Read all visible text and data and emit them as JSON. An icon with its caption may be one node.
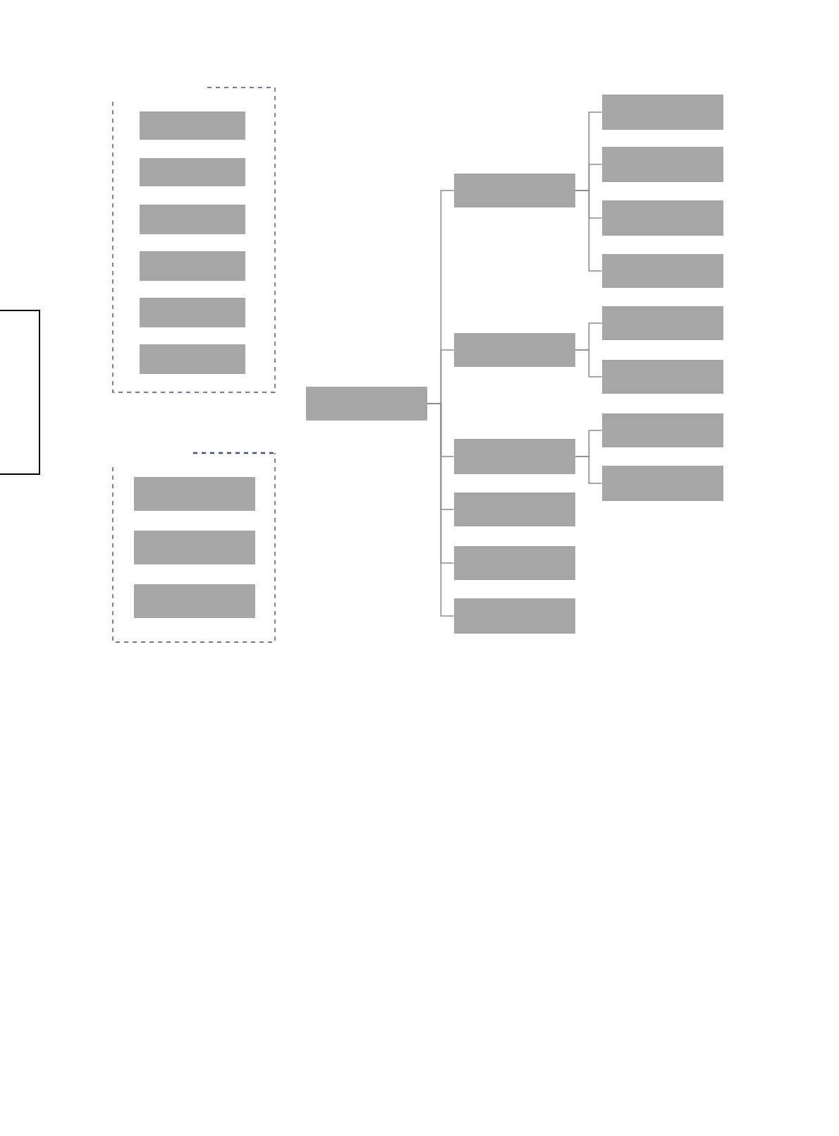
{
  "diagram": {
    "nodes": [
      {
        "text": [],
        "shape": "box"
      },
      {
        "text": [],
        "shape": "box",
        "in": 0
      },
      {
        "text": [],
        "shape": "box",
        "in": 0
      },
      {
        "text": [],
        "shape": "box",
        "in": 0
      },
      {
        "text": [],
        "shape": "box",
        "in": 0
      },
      {
        "text": [],
        "shape": "box",
        "in": 0
      },
      {
        "text": [],
        "shape": "box",
        "in": 0
      },
      {
        "text": [],
        "shape": "box"
      },
      {
        "text": [],
        "shape": "box",
        "in": 7
      },
      {
        "text": [],
        "shape": "box",
        "in": 7
      },
      {
        "text": [],
        "shape": "box",
        "in": 7
      },
      {
        "text": [],
        "shape": "box"
      },
      {
        "text": [],
        "shape": "box"
      },
      {
        "text": [],
        "shape": "box"
      },
      {
        "text": [],
        "shape": "box"
      },
      {
        "text": [],
        "shape": "box"
      },
      {
        "text": [],
        "shape": "box"
      },
      {
        "text": [],
        "shape": "box"
      },
      {
        "text": [],
        "shape": "box"
      },
      {
        "text": [],
        "shape": "box"
      },
      {
        "text": [],
        "shape": "box"
      },
      {
        "text": [],
        "shape": "box"
      },
      {
        "text": [],
        "shape": "box"
      },
      {
        "text": [],
        "shape": "box"
      },
      {
        "text": [],
        "shape": "box"
      },
      {
        "text": [],
        "shape": "box"
      },
      {
        "text": [],
        "shape": "box"
      }
    ],
    "edges": [
      {
        "from": 12,
        "to": 13,
        "arrow": "none"
      },
      {
        "from": 12,
        "to": 14,
        "arrow": "none"
      },
      {
        "from": 12,
        "to": 15,
        "arrow": "none"
      },
      {
        "from": 12,
        "to": 16,
        "arrow": "none"
      },
      {
        "from": 12,
        "to": 17,
        "arrow": "none"
      },
      {
        "from": 12,
        "to": 18,
        "arrow": "none"
      },
      {
        "from": 13,
        "to": 19,
        "arrow": "none"
      },
      {
        "from": 13,
        "to": 20,
        "arrow": "none"
      },
      {
        "from": 13,
        "to": 21,
        "arrow": "none"
      },
      {
        "from": 13,
        "to": 22,
        "arrow": "none"
      },
      {
        "from": 14,
        "to": 23,
        "arrow": "none"
      },
      {
        "from": 14,
        "to": 24,
        "arrow": "none"
      },
      {
        "from": 15,
        "to": 25,
        "arrow": "none"
      },
      {
        "from": 15,
        "to": 26,
        "arrow": "none"
      }
    ]
  }
}
